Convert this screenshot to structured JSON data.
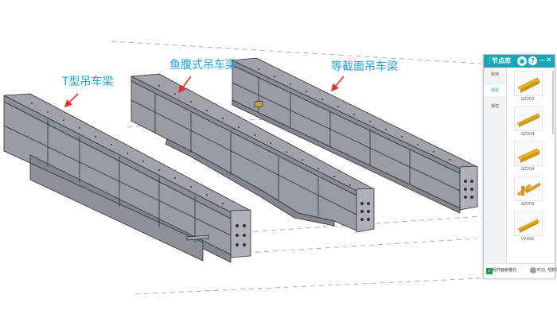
{
  "labels": {
    "t_beam": "T型吊车梁",
    "fish_belly_beam": "鱼腹式吊车梁",
    "equal_section_beam": "等截面吊车梁"
  },
  "node_panel": {
    "title": "节点库",
    "menu_icon": "more-vertical-icon",
    "help": "?",
    "minimize": "—",
    "close": "✕",
    "categories": [
      "常用",
      "钢梁",
      "钢柱"
    ],
    "active_category": 1,
    "items": [
      "GZ202",
      "GZ203",
      "GZ204",
      "GZ205",
      "VX001"
    ],
    "footer_checkbox_label": "组件面板模式",
    "footer_user": "时迈, 杨鹏几",
    "accent_color": "#18a7b5",
    "item_color": "#e8b120"
  },
  "colors": {
    "steel_top": "#a2a2ac",
    "steel_face": "#8d8d97",
    "steel_web": "#9b9ba5",
    "edge": "#2e2e36",
    "label": "#1aa3e0",
    "arrow": "#e0302a"
  }
}
